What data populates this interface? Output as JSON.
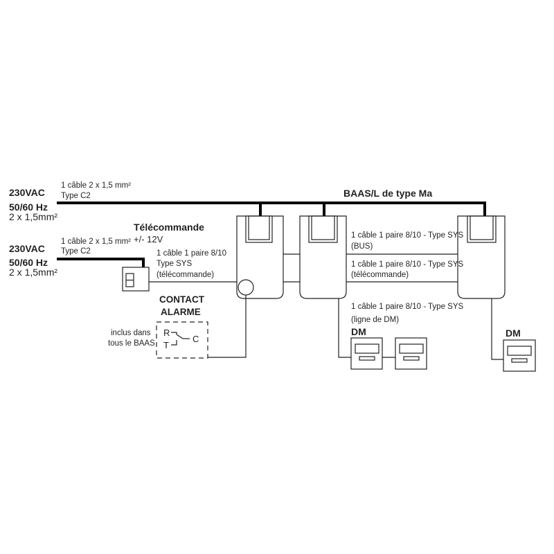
{
  "power1": {
    "voltage": "230VAC",
    "frequency": "50/60 Hz",
    "section": "2 x 1,5mm²",
    "cable": "1 câble 2 x 1,5 mm²",
    "cable_type": "Type C2"
  },
  "power2": {
    "voltage": "230VAC",
    "frequency": "50/60 Hz",
    "section": "2 x 1,5mm²",
    "cable": "1 câble 2 x 1,5 mm²",
    "cable_type": "Type C2"
  },
  "baas_title": "BAAS/L de type Ma",
  "telecommande": {
    "title": "Télécommande",
    "voltage": "+/- 12V",
    "cable_l1": "1 câble 1 paire 8/10",
    "cable_l2": "Type SYS",
    "cable_l3": "(télécommande)"
  },
  "contact": {
    "title_l1": "CONTACT",
    "title_l2": "ALARME",
    "note_l1": "inclus dans",
    "note_l2": "tous le BAAS",
    "r": "R",
    "t": "T",
    "c": "C"
  },
  "bus": {
    "l1": "1 câble 1 paire 8/10 - Type SYS",
    "l2": "(BUS)"
  },
  "tele_link": {
    "l1": "1 câble 1 paire 8/10 - Type SYS",
    "l2": "(télécommande)"
  },
  "dm_line": {
    "l1": "1 câble 1 paire 8/10 - Type SYS",
    "l2": "(ligne de DM)"
  },
  "dm_label_1": "DM",
  "dm_label_2": "DM"
}
